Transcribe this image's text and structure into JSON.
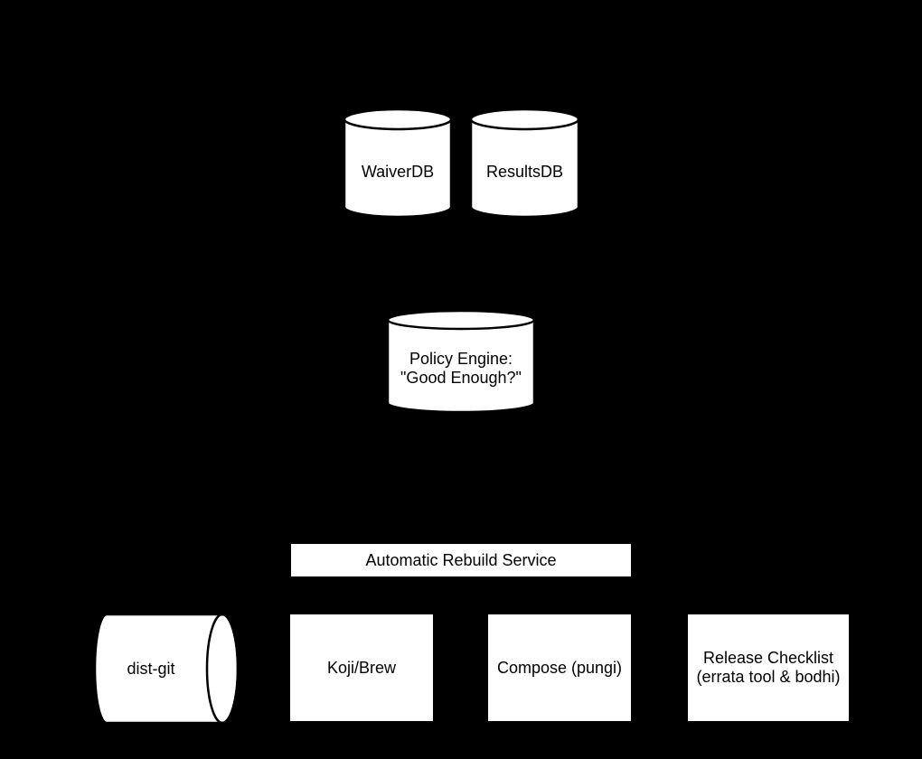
{
  "diagram": {
    "colors": {
      "background": "#000000",
      "shape_fill": "#ffffff",
      "shape_stroke": "#000000",
      "text": "#000000"
    },
    "nodes": {
      "waiverdb": {
        "shape": "cylinder-vertical",
        "label": "WaiverDB"
      },
      "resultsdb": {
        "shape": "cylinder-vertical",
        "label": "ResultsDB"
      },
      "policy_engine": {
        "shape": "cylinder-vertical",
        "label": "Policy Engine:\n\"Good Enough?\""
      },
      "rebuild_service": {
        "shape": "rectangle",
        "label": "Automatic Rebuild Service"
      },
      "dist_git": {
        "shape": "cylinder-horizontal",
        "label": "dist-git"
      },
      "koji_brew": {
        "shape": "rectangle",
        "label": "Koji/Brew"
      },
      "compose": {
        "shape": "rectangle",
        "label": "Compose (pungi)"
      },
      "release_checklist": {
        "shape": "rectangle",
        "label": "Release Checklist\n(errata tool & bodhi)"
      }
    }
  }
}
